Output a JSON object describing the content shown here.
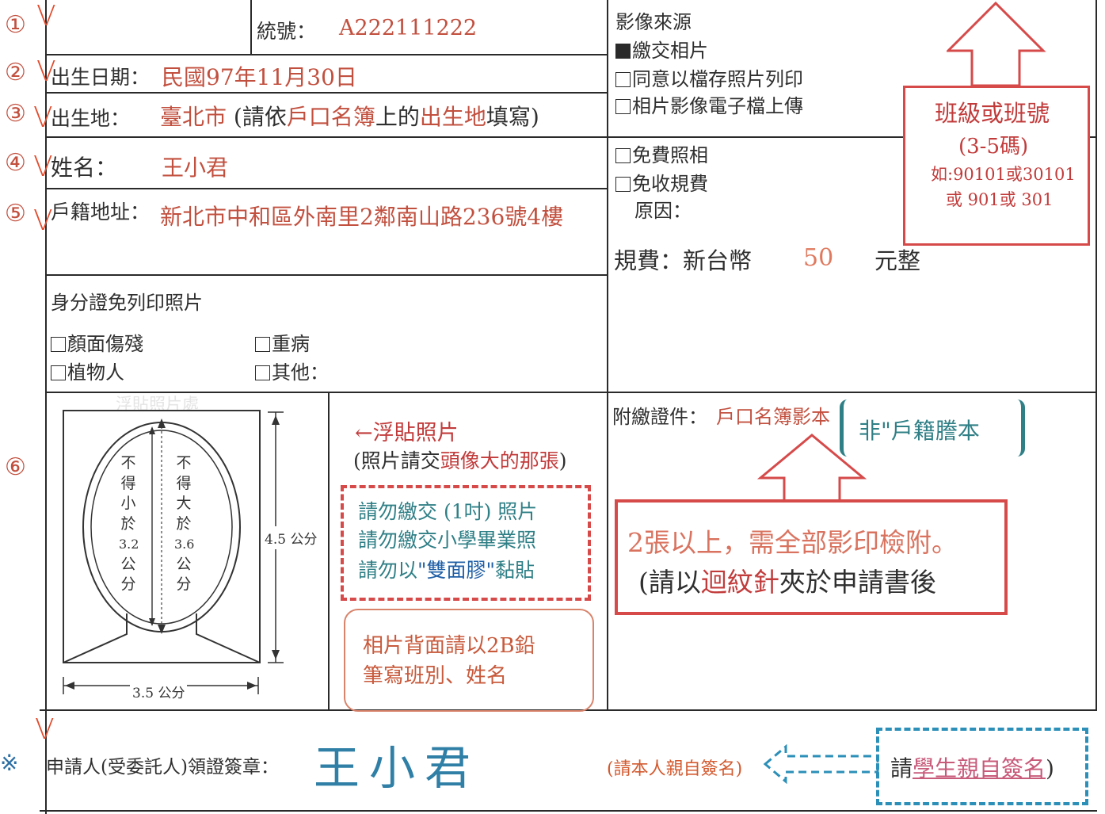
{
  "row_markers": [
    "①",
    "②",
    "③",
    "④",
    "⑤",
    "⑥"
  ],
  "check_mark": "V",
  "note_symbol": "※",
  "id_number": {
    "label": "統號：",
    "value": "A222111222"
  },
  "birth_date": {
    "label": "出生日期：",
    "value": "民國97年11月30日"
  },
  "birth_place": {
    "label": "出生地：",
    "value": "臺北市",
    "note_open": "(請依",
    "note_h1": "戶口名簿",
    "note_mid": "上的",
    "note_h2": "出生地",
    "note_close": "填寫)"
  },
  "name": {
    "label": "姓名：",
    "value": "王小君"
  },
  "address": {
    "label": "戶籍地址：",
    "value": "新北市中和區外南里2鄰南山路236號4樓"
  },
  "image_source": {
    "title": "影像來源",
    "options": [
      {
        "label": "繳交相片",
        "checked": true
      },
      {
        "label": "同意以檔存照片列印",
        "checked": false
      },
      {
        "label": "相片影像電子檔上傳",
        "checked": false
      }
    ]
  },
  "class_note": {
    "title": "班級或班號",
    "digits": "(3-5碼)",
    "example1": "如:90101或30101",
    "example2": "或 901或 301"
  },
  "fee_waiver": {
    "opt1": "免費照相",
    "opt2": "免收規費",
    "reason": "原因："
  },
  "fee": {
    "label": "規費：新台幣",
    "amount": "50",
    "unit": "元整"
  },
  "id_exempt": {
    "title": "身分證免列印照片",
    "options": [
      "顏面傷殘",
      "重病",
      "植物人",
      "其他："
    ]
  },
  "photo_diagram": {
    "faint_label": "浮貼照片處",
    "min_label": [
      "不",
      "得",
      "小",
      "於",
      "3.2",
      "公",
      "分"
    ],
    "max_label": [
      "不",
      "得",
      "大",
      "於",
      "3.6",
      "公",
      "分"
    ],
    "height": "4.5 公分",
    "width": "3.5 公分"
  },
  "photo_instructions": {
    "arrow_text": "←浮貼照片",
    "line2_open": "(照片請交",
    "line2_highlight": "頭像大的那張",
    "line2_close": ")",
    "dont1": "請勿繳交 (1吋) 照片",
    "dont2": "請勿繳交小學畢業照",
    "dont3_pre": "請勿以",
    "dont3_highlight": "\"雙面膠\"",
    "dont3_post": "黏貼",
    "back_line1": "相片背面請以2B鉛",
    "back_line2": "筆寫班別、姓名"
  },
  "attachments": {
    "label": "附繳證件：",
    "value": "戶口名簿影本",
    "not_note": "非\"戶籍謄本",
    "multi_line1": "2張以上，需全部影印檢附。",
    "multi_line2_pre": "(請以",
    "multi_line2_highlight": "迴紋針",
    "multi_line2_post": "夾於申請書後"
  },
  "signature": {
    "label": "申請人(受委託人)領證簽章：",
    "value": "王小君",
    "self_note": "(請本人親自簽名)",
    "student_note_pre": "請",
    "student_note_highlight": "學生親自簽名",
    "student_note_post": ")"
  },
  "colors": {
    "red": "#c2503f",
    "box_red": "#d64a4a",
    "teal": "#2f7f86",
    "dashed_blue": "#2b8fb8"
  }
}
